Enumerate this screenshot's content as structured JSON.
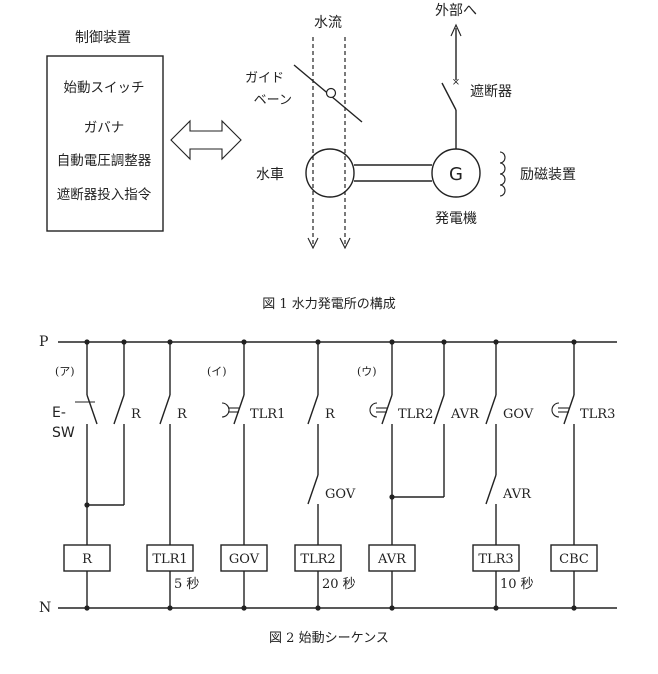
{
  "fig1": {
    "controller_title": "制御装置",
    "controller_items": [
      "始動スイッチ",
      "ガバナ",
      "自動電圧調整器",
      "遮断器投入指令"
    ],
    "water_flow": "水流",
    "guide_vane_line1": "ガイド",
    "guide_vane_line2": "ベーン",
    "turbine": "水車",
    "generator_symbol": "G",
    "generator": "発電機",
    "exciter": "励磁装置",
    "breaker": "遮断器",
    "external": "外部へ",
    "caption": "図 1  水力発電所の構成"
  },
  "fig2": {
    "bus_p": "P",
    "bus_n": "N",
    "contact_labels": {
      "start_switch_line1": "E-",
      "start_switch_line2": "SW",
      "r1": "R",
      "r2": "R",
      "tlr1": "TLR1",
      "r3": "R",
      "gov": "GOV",
      "tlr2": "TLR2",
      "avr": "AVR",
      "gov2": "GOV",
      "avr2": "AVR",
      "tlr3": "TLR3"
    },
    "markers": {
      "a": "(ア)",
      "i": "(イ)",
      "u": "(ウ)"
    },
    "coils": [
      "R",
      "TLR1",
      "GOV",
      "TLR2",
      "AVR",
      "TLR3",
      "CBC"
    ],
    "timers": {
      "tlr1": "5 秒",
      "tlr2": "20 秒",
      "tlr3": "10 秒"
    },
    "caption": "図 2  始動シーケンス"
  }
}
